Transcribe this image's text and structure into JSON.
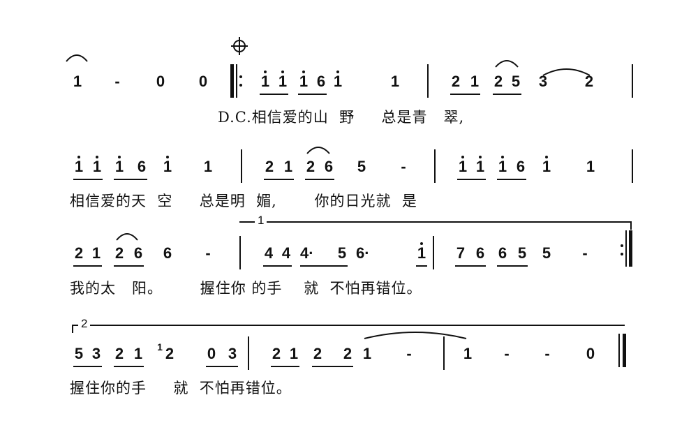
{
  "coda_symbol": "coda",
  "lines": [
    {
      "notes": [
        {
          "t": "1"
        },
        {
          "t": "-"
        },
        {
          "t": "0"
        },
        {
          "t": "0"
        },
        {
          "t": "1",
          "h": 1,
          "u": 1
        },
        {
          "t": "1",
          "h": 1,
          "u": 1
        },
        {
          "t": "1",
          "h": 1,
          "u": 2
        },
        {
          "t": "6",
          "u": 2
        },
        {
          "t": "1",
          "h": 1
        },
        {
          "t": "1"
        },
        {
          "t": "2",
          "u": 3
        },
        {
          "t": "1",
          "u": 3
        },
        {
          "t": "2",
          "u": 4
        },
        {
          "t": "5",
          "u": 4
        },
        {
          "t": "3"
        },
        {
          "t": "2"
        }
      ],
      "lyrics": "D.C.相信爱的山  野     总是青   翠,"
    },
    {
      "notes": [
        {
          "t": "1",
          "h": 1,
          "u": 1
        },
        {
          "t": "1",
          "h": 1,
          "u": 1
        },
        {
          "t": "1",
          "h": 1,
          "u": 2
        },
        {
          "t": "6",
          "u": 2
        },
        {
          "t": "1",
          "h": 1
        },
        {
          "t": "1"
        },
        {
          "t": "2",
          "u": 3
        },
        {
          "t": "1",
          "u": 3
        },
        {
          "t": "2",
          "u": 4
        },
        {
          "t": "6",
          "u": 4
        },
        {
          "t": "5"
        },
        {
          "t": "-"
        },
        {
          "t": "1",
          "h": 1,
          "u": 5
        },
        {
          "t": "1",
          "h": 1,
          "u": 5
        },
        {
          "t": "1",
          "h": 1,
          "u": 6
        },
        {
          "t": "6",
          "u": 6
        },
        {
          "t": "1",
          "h": 1
        },
        {
          "t": "1"
        }
      ],
      "lyrics": "相信爱的天  空     总是明  媚,       你的日光就  是"
    },
    {
      "notes": [
        {
          "t": "2",
          "u": 1
        },
        {
          "t": "1",
          "u": 1
        },
        {
          "t": "2",
          "u": 2
        },
        {
          "t": "6",
          "u": 2
        },
        {
          "t": "6"
        },
        {
          "t": "-"
        },
        {
          "t": "4",
          "u": 3
        },
        {
          "t": "4",
          "u": 3
        },
        {
          "t": "4·",
          "u": 4
        },
        {
          "t": "5",
          "u": 4
        },
        {
          "t": "6·"
        },
        {
          "t": "1",
          "h": 1,
          "u": 5
        },
        {
          "t": "7",
          "u": 6
        },
        {
          "t": "6",
          "u": 6
        },
        {
          "t": "6",
          "u": 7
        },
        {
          "t": "5",
          "u": 7
        },
        {
          "t": "5"
        },
        {
          "t": "-"
        }
      ],
      "lyrics": "我的太   阳。       握住你 的手    就  不怕再错位。",
      "volta": "1"
    },
    {
      "notes": [
        {
          "t": "5",
          "u": 1
        },
        {
          "t": "3",
          "u": 1
        },
        {
          "t": "2",
          "u": 2
        },
        {
          "t": "1",
          "u": 2
        },
        {
          "t": "2",
          "grace": "1"
        },
        {
          "t": "0",
          "u": 3
        },
        {
          "t": "3",
          "u": 3
        },
        {
          "t": "2",
          "u": 4
        },
        {
          "t": "1",
          "u": 4
        },
        {
          "t": "2",
          "u": 5
        },
        {
          "t": "2",
          "u": 5
        },
        {
          "t": "1"
        },
        {
          "t": "-"
        },
        {
          "t": "1"
        },
        {
          "t": "-"
        },
        {
          "t": "-"
        },
        {
          "t": "0"
        }
      ],
      "lyrics": "握住你的手     就  不怕再错位。",
      "volta": "2"
    }
  ]
}
